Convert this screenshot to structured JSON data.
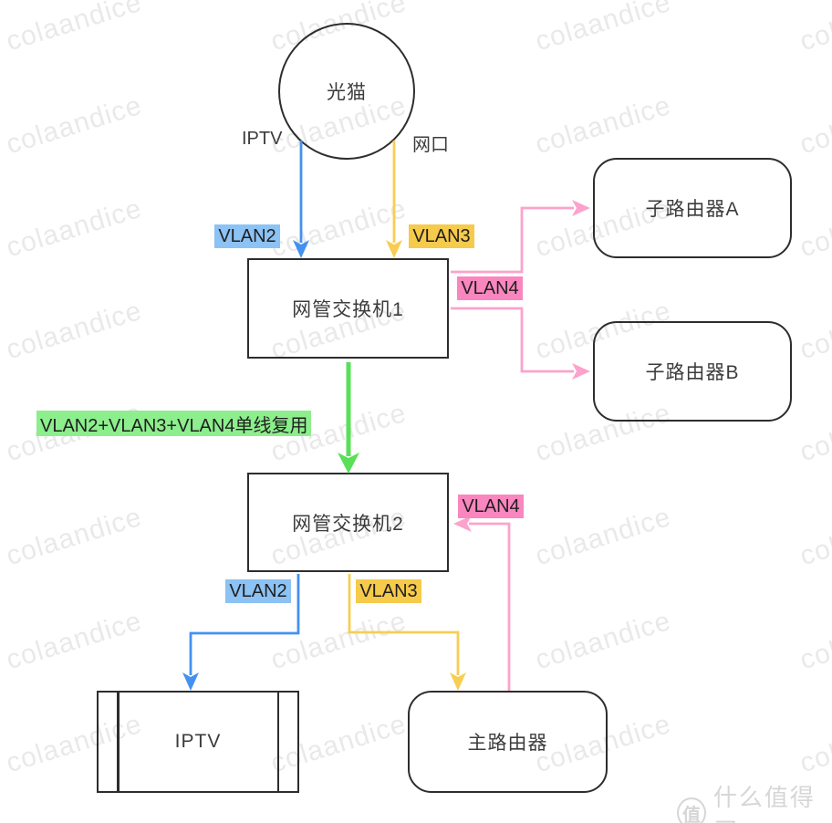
{
  "watermark": {
    "text": "colaandice"
  },
  "brand_footer": {
    "badge": "值",
    "label": "什么值得买"
  },
  "colors": {
    "blue_line": "#4591f0",
    "blue_bg": "#8cc2f4",
    "yellow_line": "#f7ce53",
    "yellow_bg": "#f6ca4a",
    "pink_line": "#fba3cc",
    "pink_bg": "#f986be",
    "green_line": "#58e058",
    "green_bg": "#8cee8c",
    "border": "#2d2d2d",
    "text": "#3c3c3c"
  },
  "nodes": {
    "modem": {
      "label": "光猫"
    },
    "switch1": {
      "label": "网管交换机1"
    },
    "router_a": {
      "label": "子路由器A"
    },
    "router_b": {
      "label": "子路由器B"
    },
    "switch2": {
      "label": "网管交换机2"
    },
    "iptv": {
      "label": "IPTV"
    },
    "main_router": {
      "label": "主路由器"
    }
  },
  "port_labels": {
    "iptv_port": "IPTV",
    "lan_port": "网口"
  },
  "vlan_labels": {
    "vlan2_top": "VLAN2",
    "vlan3_top": "VLAN3",
    "vlan4_right": "VLAN4",
    "trunk": "VLAN2+VLAN3+VLAN4单线复用",
    "vlan4_mid": "VLAN4",
    "vlan2_bottom": "VLAN2",
    "vlan3_bottom": "VLAN3"
  },
  "connections": [
    {
      "from": "光猫",
      "to": "网管交换机1",
      "label": "VLAN2",
      "color": "blue"
    },
    {
      "from": "光猫",
      "to": "网管交换机1",
      "label": "VLAN3",
      "color": "yellow"
    },
    {
      "from": "网管交换机1",
      "to": "子路由器A",
      "label": "VLAN4",
      "color": "pink"
    },
    {
      "from": "网管交换机1",
      "to": "子路由器B",
      "label": "VLAN4",
      "color": "pink"
    },
    {
      "from": "网管交换机1",
      "to": "网管交换机2",
      "label": "VLAN2+VLAN3+VLAN4单线复用",
      "color": "green"
    },
    {
      "from": "主路由器",
      "to": "网管交换机2",
      "label": "VLAN4",
      "color": "pink"
    },
    {
      "from": "网管交换机2",
      "to": "IPTV",
      "label": "VLAN2",
      "color": "blue"
    },
    {
      "from": "网管交换机2",
      "to": "主路由器",
      "label": "VLAN3",
      "color": "yellow"
    }
  ]
}
